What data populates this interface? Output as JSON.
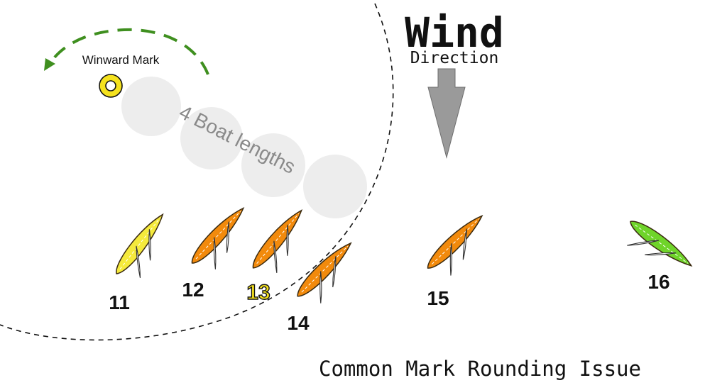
{
  "wind": {
    "title": "Wind",
    "subtitle": "Direction"
  },
  "mark": {
    "label": "Winward Mark"
  },
  "zone": {
    "label": "4 Boat lengths"
  },
  "boats": [
    {
      "number": "11",
      "hull_color": "#f5ea3c",
      "number_color": "#111111"
    },
    {
      "number": "12",
      "hull_color": "#f28a0c",
      "number_color": "#111111"
    },
    {
      "number": "13",
      "hull_color": "#f28a0c",
      "number_color": "#f5e21e"
    },
    {
      "number": "14",
      "hull_color": "#f28a0c",
      "number_color": "#111111"
    },
    {
      "number": "15",
      "hull_color": "#f28a0c",
      "number_color": "#111111"
    },
    {
      "number": "16",
      "hull_color": "#6fd42a",
      "number_color": "#111111"
    }
  ],
  "caption": "Common Mark Rounding Issue",
  "colors": {
    "mark_yellow": "#f5e21e",
    "arrow_green": "#3f8f1f",
    "wind_arrow_gray": "#9a9a9a",
    "zone_circle_gray": "#ededed"
  }
}
